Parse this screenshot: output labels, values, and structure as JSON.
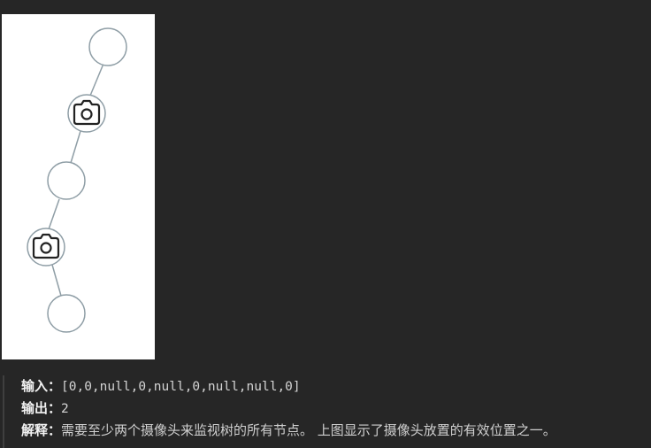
{
  "figure": {
    "nodes": [
      {
        "camera": false
      },
      {
        "camera": true
      },
      {
        "camera": false
      },
      {
        "camera": true
      },
      {
        "camera": false
      }
    ],
    "icon": "camera-icon",
    "colors": {
      "node_stroke": "#8f9ea6",
      "edge": "#8f9ea6",
      "camera": "#222222",
      "background": "#ffffff"
    }
  },
  "example": {
    "input_label": "输入：",
    "input_value": "[0,0,null,0,null,0,null,null,0]",
    "output_label": "输出：",
    "output_value": "2",
    "explanation_label": "解释：",
    "explanation_text": "需要至少两个摄像头来监视树的所有节点。 上图显示了摄像头放置的有效位置之一。"
  }
}
